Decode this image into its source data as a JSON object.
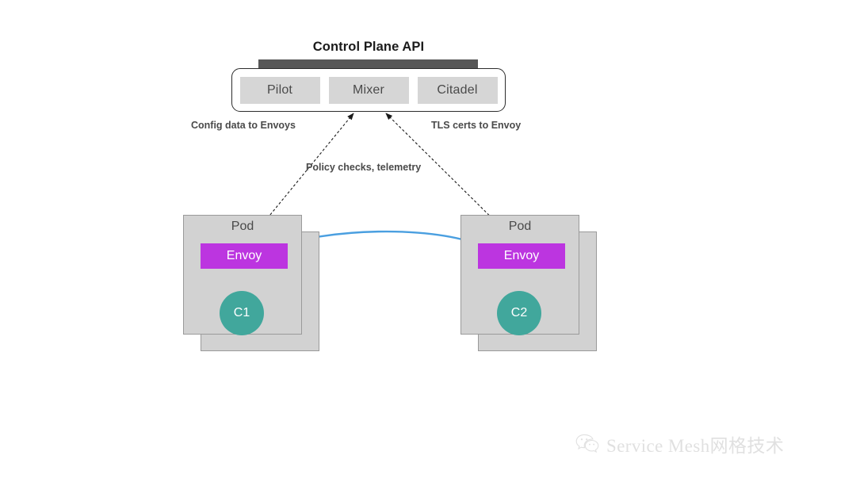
{
  "diagram": {
    "control_plane": {
      "title": "Control Plane API",
      "components": [
        {
          "label": "Pilot"
        },
        {
          "label": "Mixer"
        },
        {
          "label": "Citadel"
        }
      ]
    },
    "captions": {
      "config": "Config data to Envoys",
      "tls": "TLS certs to Envoy",
      "policy": "Policy checks, telemetry"
    },
    "pods": [
      {
        "pod_label": "Pod",
        "proxy_label": "Envoy",
        "container_label": "C1"
      },
      {
        "pod_label": "Pod",
        "proxy_label": "Envoy",
        "container_label": "C2"
      }
    ],
    "watermark": {
      "text": "Service Mesh网格技术",
      "icon": "wechat-icon"
    },
    "colors": {
      "envoy": "#bc35e0",
      "container": "#41a79c",
      "pod": "#d2d2d2",
      "control_plane_bar": "#575757",
      "chip": "#d6d6d6",
      "traffic_arrow": "#4a9fe0",
      "sidecar_arrow": "#2e7fd4",
      "dashed_arrow": "#1b1b1b"
    }
  }
}
